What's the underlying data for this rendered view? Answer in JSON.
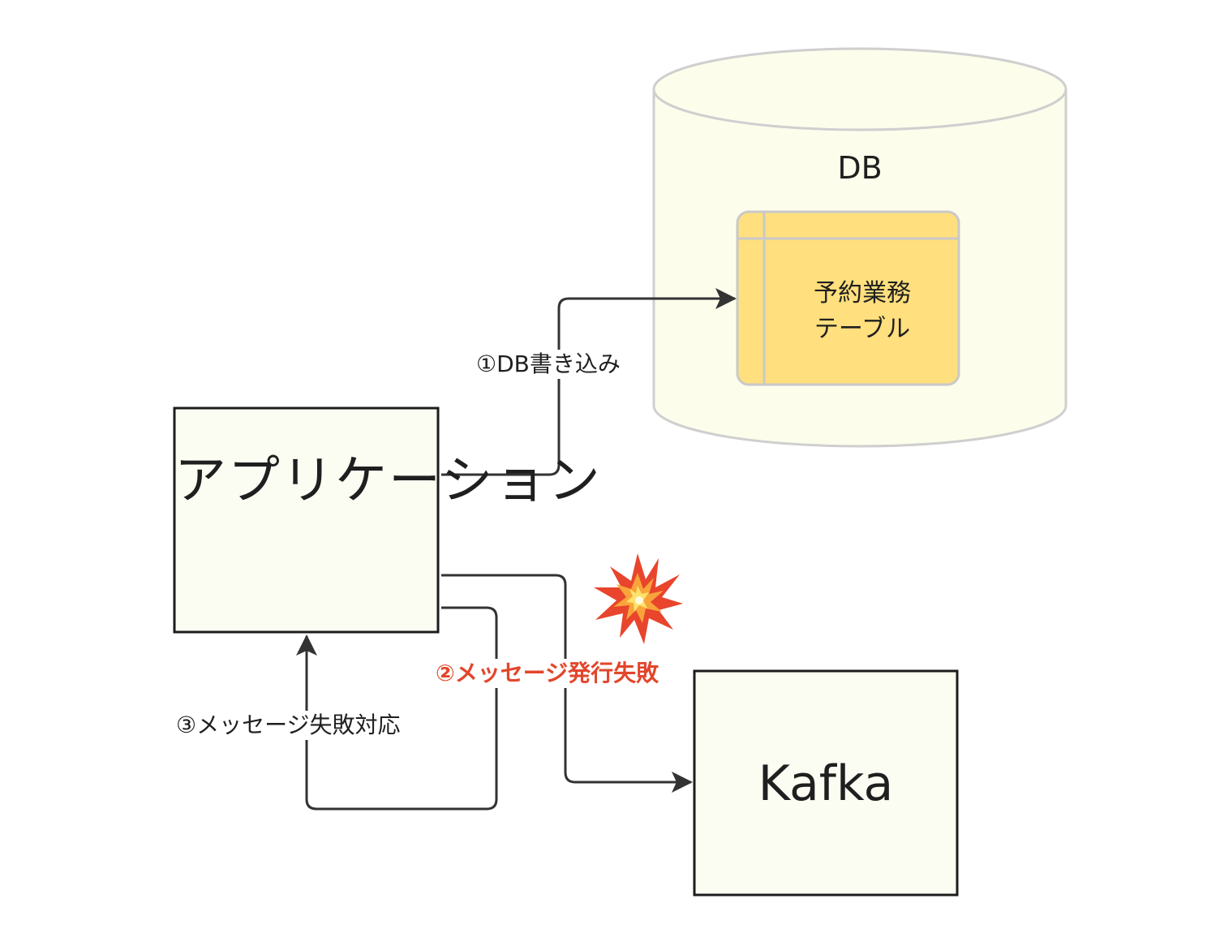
{
  "nodes": {
    "application": {
      "label": "アプリケーション"
    },
    "kafka": {
      "label": "Kafka"
    },
    "db": {
      "label": "DB"
    },
    "table": {
      "label": "予約業務\nテーブル"
    }
  },
  "edges": {
    "db_write": {
      "label": "①DB書き込み"
    },
    "publish_fail": {
      "label": "②メッセージ発行失敗",
      "icon": "explosion-icon"
    },
    "failure_handling": {
      "label": "③メッセージ失敗対応"
    }
  },
  "colors": {
    "node_fill": "#fcfdf2",
    "node_border": "#1c1c1c",
    "db_fill": "#fdfdec",
    "db_border": "#cfcfcf",
    "table_fill": "#ffdf7e",
    "table_border": "#c9c9c9",
    "edge": "#333333",
    "error_text": "#e2462c"
  }
}
